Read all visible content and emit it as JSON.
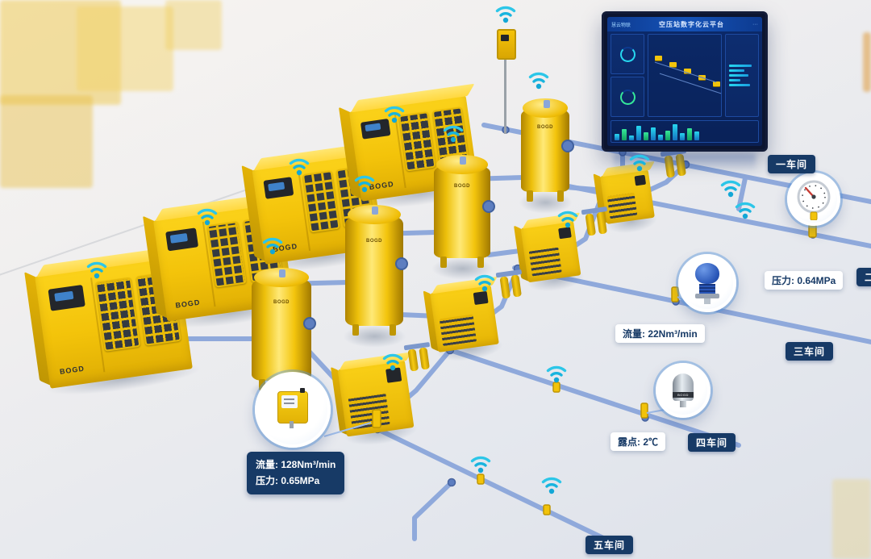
{
  "brand": "BOGD",
  "dashboard": {
    "logo": "慧云物联",
    "title": "空压站数字化云平台",
    "menu_dots": "···"
  },
  "workshops": {
    "w1": "一车间",
    "w2": "二车间",
    "w3": "三车间",
    "w4": "四车间",
    "w5": "五车间"
  },
  "sensors": {
    "pressure_gauge": "压力: 0.64MPa",
    "flow_meter": "流量: 22Nm³/min",
    "dew_point": "露点: 2℃",
    "flow_line1": "流量: 128Nm³/min",
    "flow_line2": "压力: 0.65MPa"
  },
  "icons": {
    "wifi": "wifi-signal-icon",
    "gauge": "pressure-gauge-icon"
  },
  "colors": {
    "pipe": "#8fa9db",
    "machine_yellow": "#f3c30a",
    "label_navy": "#173a66",
    "wifi_teal": "#22b6dd",
    "screen_blue": "#0b2a6b"
  }
}
